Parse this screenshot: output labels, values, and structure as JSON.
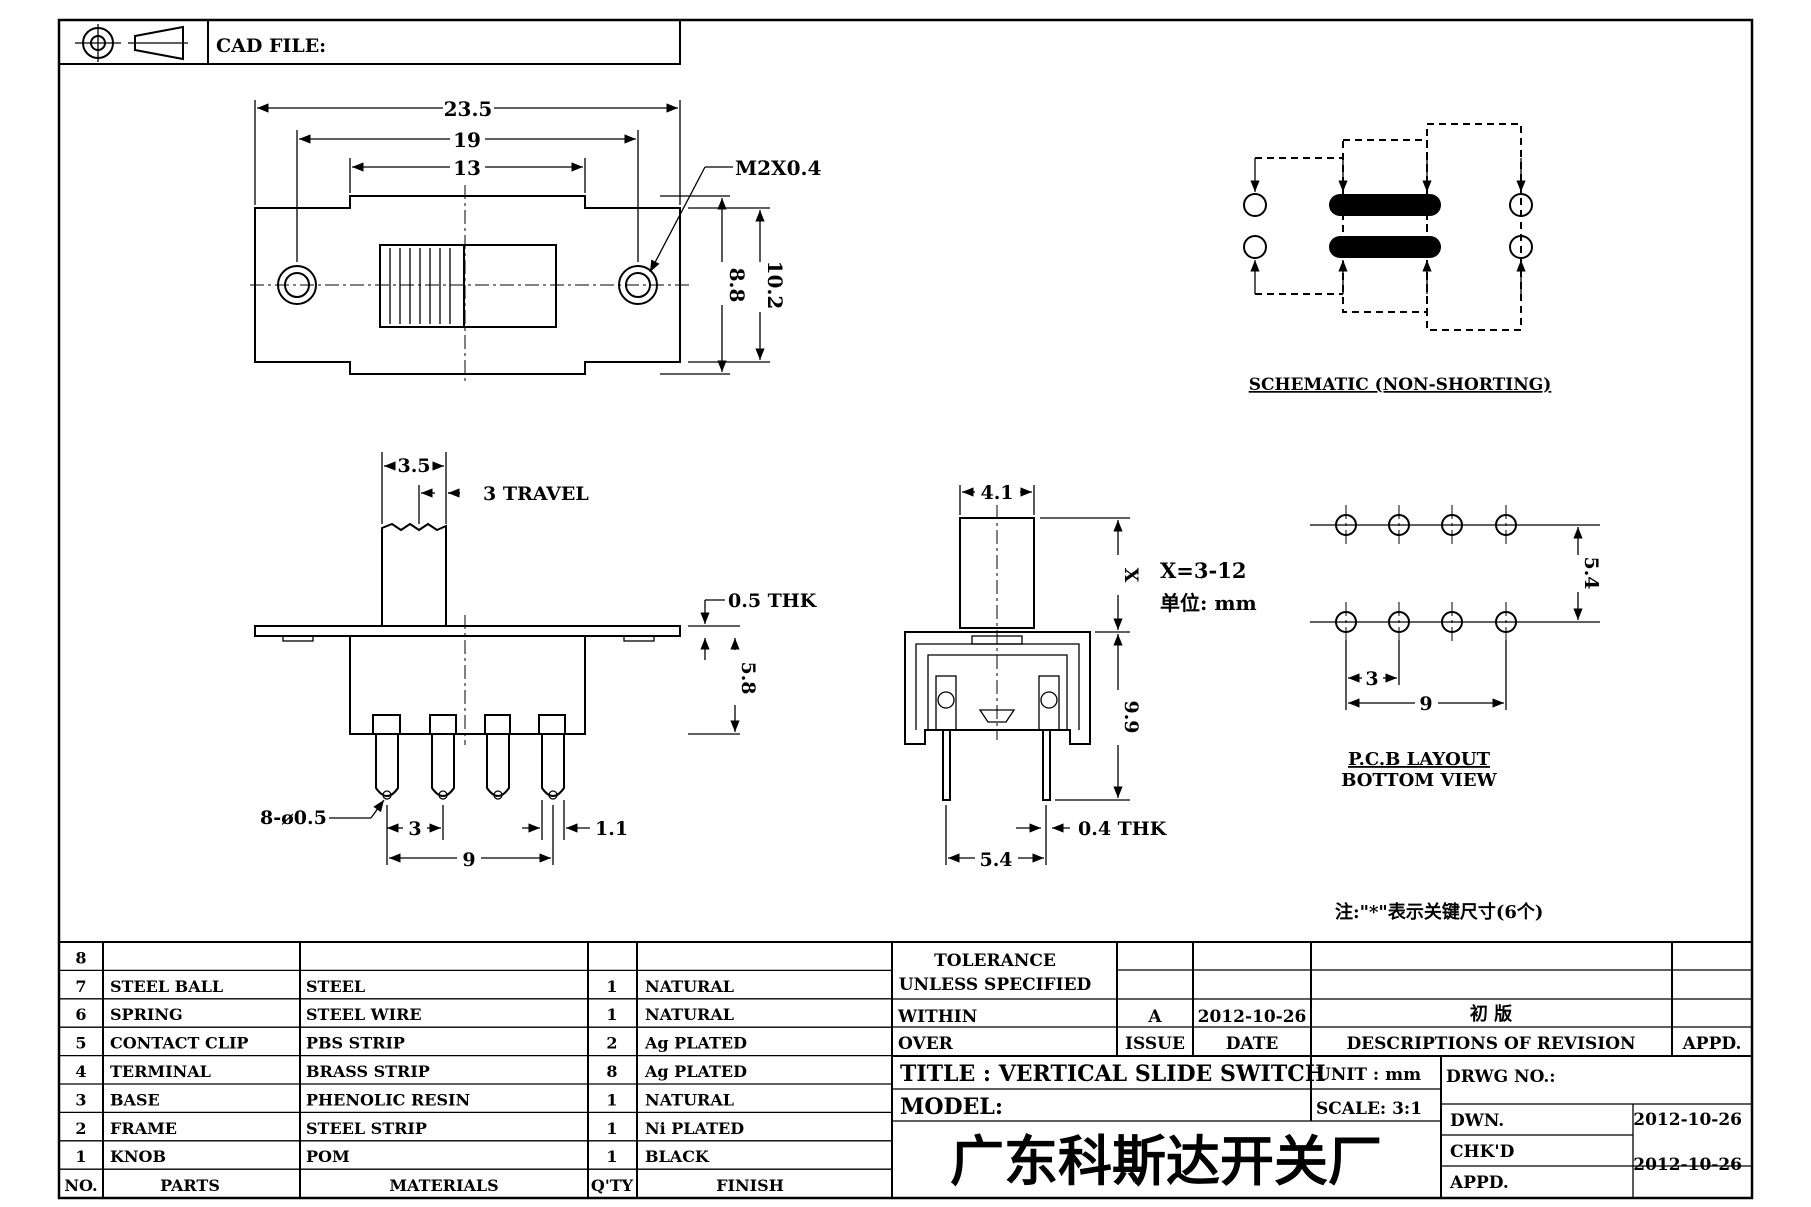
{
  "header": {
    "cad_file_label": "CAD FILE:"
  },
  "top_view": {
    "dim_overall": "23.5",
    "dim_holes": "19",
    "dim_knob_body": "13",
    "thread": "M2X0.4",
    "dim_inner_height": "8.8",
    "dim_outer_height": "10.2"
  },
  "schematic": {
    "caption": "SCHEMATIC (NON-SHORTING)"
  },
  "side_view": {
    "dim_knob": "3.5",
    "travel": "3 TRAVEL",
    "thickness": "0.5 THK",
    "dim_body_height": "5.8",
    "pin_callout": "8-ø0.5",
    "dim_pitch": "3",
    "dim_pin_span": "9",
    "dim_pin_width": "1.1"
  },
  "end_view": {
    "dim_knob_width": "4.1",
    "x_symbol": "X",
    "x_range": "X=3-12",
    "unit_note": "单位: mm",
    "dim_height": "9.9",
    "dim_row_spacing": "5.4",
    "terminal_thickness": "0.4 THK"
  },
  "pcb_layout": {
    "dim_row_spacing": "5.4",
    "dim_pitch": "3",
    "dim_span": "9",
    "caption_line1": "P.C.B LAYOUT",
    "caption_line2": "BOTTOM VIEW"
  },
  "footnote": "注:\"*\"表示关键尺寸(6个)",
  "bom": {
    "rows": [
      {
        "no": "8",
        "part": "",
        "material": "",
        "qty": "",
        "finish": ""
      },
      {
        "no": "7",
        "part": "STEEL BALL",
        "material": "STEEL",
        "qty": "1",
        "finish": "NATURAL"
      },
      {
        "no": "6",
        "part": "SPRING",
        "material": "STEEL WIRE",
        "qty": "1",
        "finish": "NATURAL"
      },
      {
        "no": "5",
        "part": "CONTACT CLIP",
        "material": "PBS STRIP",
        "qty": "2",
        "finish": "Ag PLATED"
      },
      {
        "no": "4",
        "part": "TERMINAL",
        "material": "BRASS STRIP",
        "qty": "8",
        "finish": "Ag PLATED"
      },
      {
        "no": "3",
        "part": "BASE",
        "material": "PHENOLIC RESIN",
        "qty": "1",
        "finish": "NATURAL"
      },
      {
        "no": "2",
        "part": "FRAME",
        "material": "STEEL STRIP",
        "qty": "1",
        "finish": "Ni PLATED"
      },
      {
        "no": "1",
        "part": "KNOB",
        "material": "POM",
        "qty": "1",
        "finish": "BLACK"
      }
    ],
    "header": {
      "no": "NO.",
      "part": "PARTS",
      "material": "MATERIALS",
      "qty": "Q'TY",
      "finish": "FINISH"
    }
  },
  "title_block": {
    "tolerance_line1": "TOLERANCE",
    "tolerance_line2": "UNLESS  SPECIFIED",
    "within": "WITHIN",
    "over": "OVER",
    "rev_issue": "A",
    "rev_date": "2012-10-26",
    "rev_desc": "初  版",
    "issue_label": "ISSUE",
    "date_label": "DATE",
    "desc_label": "DESCRIPTIONS OF REVISION",
    "appd_label": "APPD.",
    "title": "TITLE :  VERTICAL SLIDE SWITCH",
    "unit": "UNIT :  mm",
    "drwg_no": "DRWG NO.:",
    "model": "MODEL:",
    "scale": "SCALE:  3:1",
    "dwn_label": "DWN.",
    "dwn_date": "2012-10-26",
    "chkd_label": "CHK'D",
    "chkd_date": "2012-10-26",
    "appd_row_label": "APPD.",
    "company": "广东科斯达开关厂"
  }
}
